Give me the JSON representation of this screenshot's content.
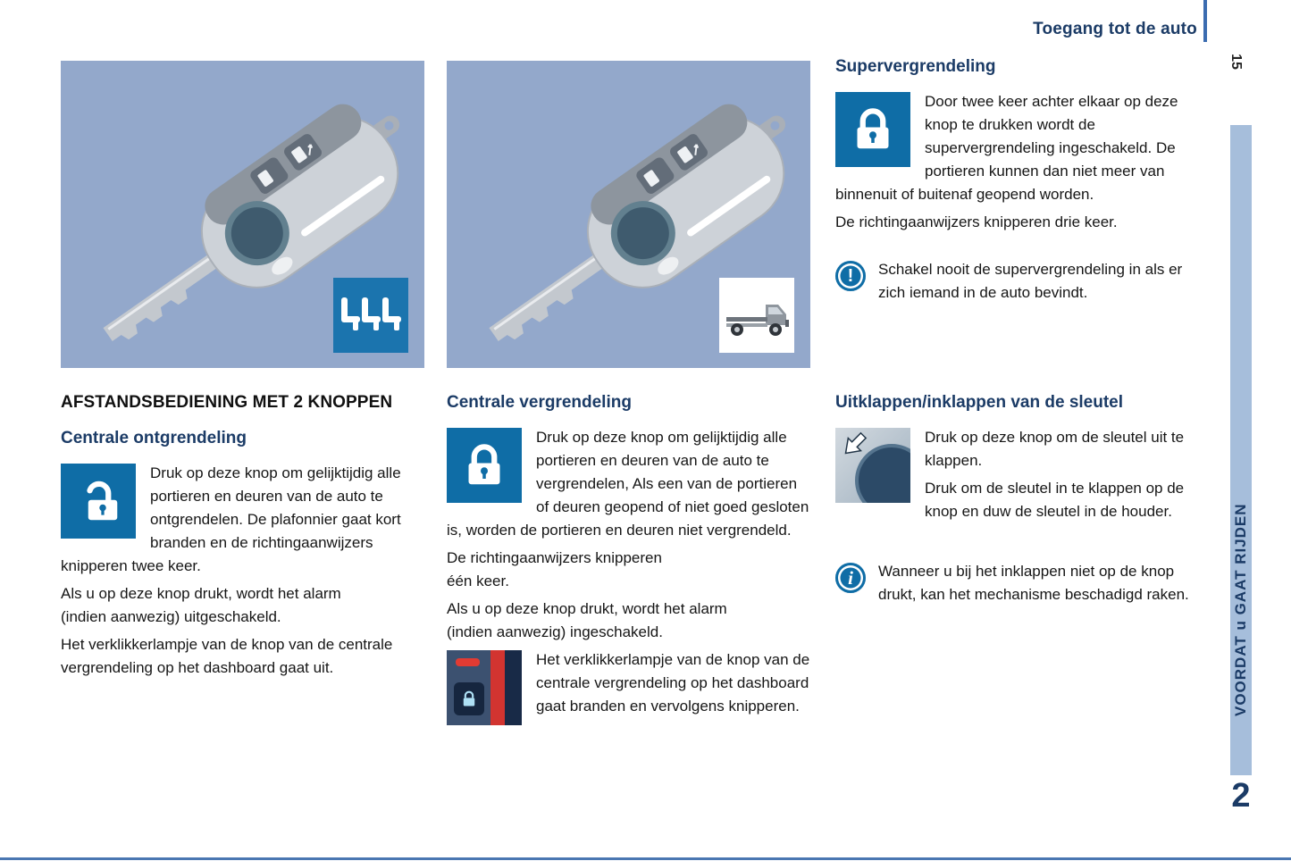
{
  "page": {
    "header_title": "Toegang tot de auto",
    "page_number": "15"
  },
  "sidebar": {
    "chapter_label": "VOORDAT u GAAT RIJDEN",
    "chapter_number": "2"
  },
  "images": {
    "left_key": {
      "name": "remote-key-illustration",
      "badge_icon": "three-seats-icon"
    },
    "right_key": {
      "name": "remote-key-illustration",
      "badge_icon": "chassis-cab-truck-icon"
    }
  },
  "sections": {
    "remote": {
      "title": "AFSTANDSBEDIENING MET 2 KNOPPEN",
      "unlock": {
        "title": "Centrale ontgrendeling",
        "p1": "Druk op deze knop om gelijktijdig alle portieren en deuren van de auto te ontgrendelen. De plafonnier gaat kort branden en de richtingaanwijzers knipperen twee keer.",
        "p2": "Als u op deze knop drukt, wordt het alarm\n(indien aanwezig) uitgeschakeld.",
        "p3": "Het verklikkerlampje van de knop van de centrale vergrendeling op het dashboard gaat uit."
      }
    },
    "central_lock": {
      "title": "Centrale vergrendeling",
      "p1": "Druk op deze knop om gelijktijdig alle portieren en deuren van de auto te vergrendelen, Als een van de portieren of deuren geopend of niet goed gesloten is, worden de portieren en deuren niet vergrendeld.",
      "p2": "De richtingaanwijzers knipperen\néén keer.",
      "p3": "Als u op deze knop drukt, wordt het alarm\n(indien aanwezig) ingeschakeld.",
      "p4": "Het verklikkerlampje van de knop van de centrale vergrendeling op het dashboard gaat branden en vervolgens knipperen."
    },
    "super_lock": {
      "title": "Supervergrendeling",
      "p1": "Door twee keer achter elkaar op deze knop te drukken wordt de supervergrendeling ingeschakeld. De portieren kunnen dan niet meer van binnenuit of buitenaf geopend worden.",
      "p2": "De richtingaanwijzers knipperen drie keer.",
      "warning_glyph": "!",
      "warning": "Schakel nooit de supervergrendeling in als er zich iemand in de auto bevindt."
    },
    "key_fold": {
      "title": "Uitklappen/inklappen van de sleutel",
      "p1": "Druk op deze knop om de sleutel uit te klappen.",
      "p2": "Druk om de sleutel in te klappen op de knop en duw de sleutel in de houder.",
      "info_glyph": "i",
      "info": "Wanneer u bij het inklappen niet op de knop drukt, kan het mechanisme beschadigd raken."
    }
  },
  "icons": {
    "unlock": "open-padlock-icon",
    "central_lock": "closed-padlock-icon",
    "super_lock": "closed-padlock-icon",
    "dashboard_indicator": "dashboard-lock-indicator-icon",
    "warning": "exclamation-circle-icon",
    "info": "info-circle-icon",
    "key_release": "key-release-button-icon",
    "seats": "three-seats-icon",
    "truck": "chassis-cab-truck-icon"
  },
  "colors": {
    "icon_blue": "#0f6da6",
    "image_background": "#93a8cb",
    "heading_navy": "#1b3b66",
    "sidebar_bar": "#a6bedb",
    "indicator_red": "#d23430",
    "rule_blue": "#3b6cb0"
  }
}
